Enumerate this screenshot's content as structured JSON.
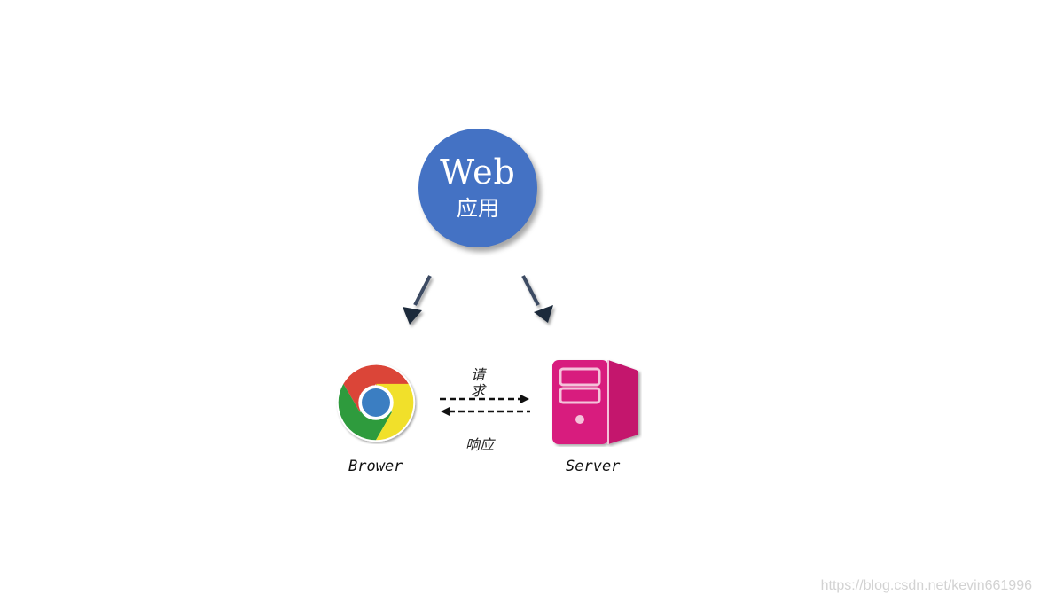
{
  "center": {
    "title": "Web",
    "subtitle": "应用",
    "fill_color": "#4472c4"
  },
  "nodes": [
    {
      "label": "Brower",
      "icon": "chrome-icon"
    },
    {
      "label": "Server",
      "icon": "server-icon",
      "color": "#d81b7e"
    }
  ],
  "edges": {
    "request_label": "请求",
    "response_label": "响应"
  },
  "watermark": "https://blog.csdn.net/kevin661996"
}
